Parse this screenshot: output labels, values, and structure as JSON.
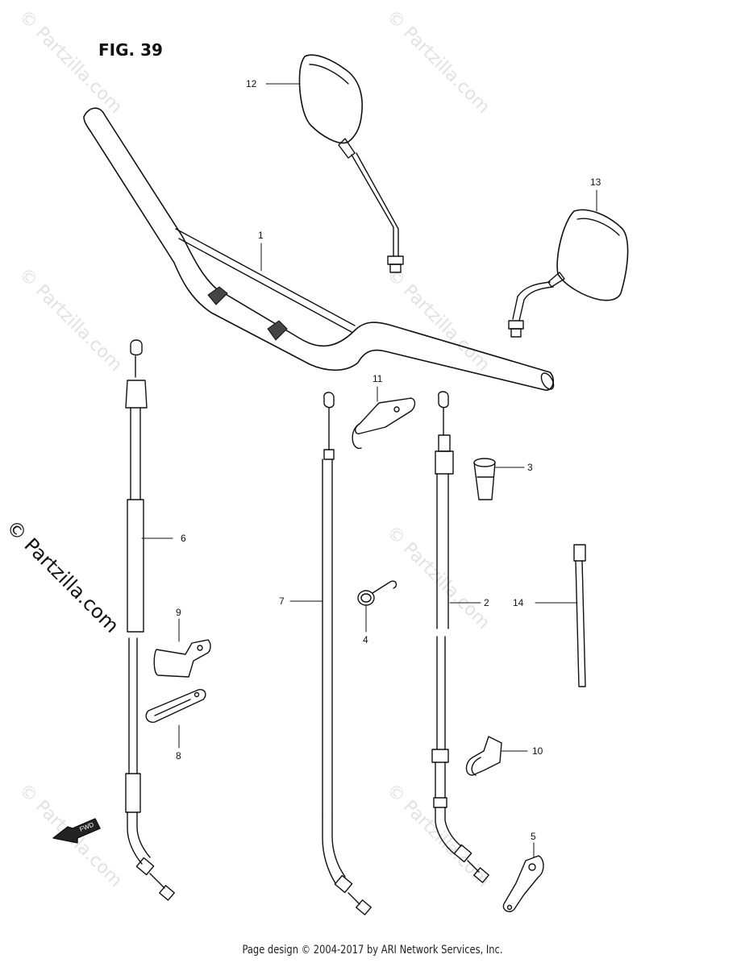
{
  "figure": {
    "title": "FIG. 39",
    "fwd_label": "FWD"
  },
  "watermark": {
    "text": "© Partzilla.com",
    "side_text": "© Partzilla.com"
  },
  "callouts": {
    "c1": "1",
    "c2": "2",
    "c3": "3",
    "c4": "4",
    "c5": "5",
    "c6": "6",
    "c7": "7",
    "c8": "8",
    "c9": "9",
    "c10": "10",
    "c11": "11",
    "c12": "12",
    "c13": "13",
    "c14": "14"
  },
  "footer": {
    "text": "Page design © 2004-2017 by ARI Network Services, Inc."
  },
  "colors": {
    "line": "#111111",
    "watermark": "#e2e2e2"
  }
}
